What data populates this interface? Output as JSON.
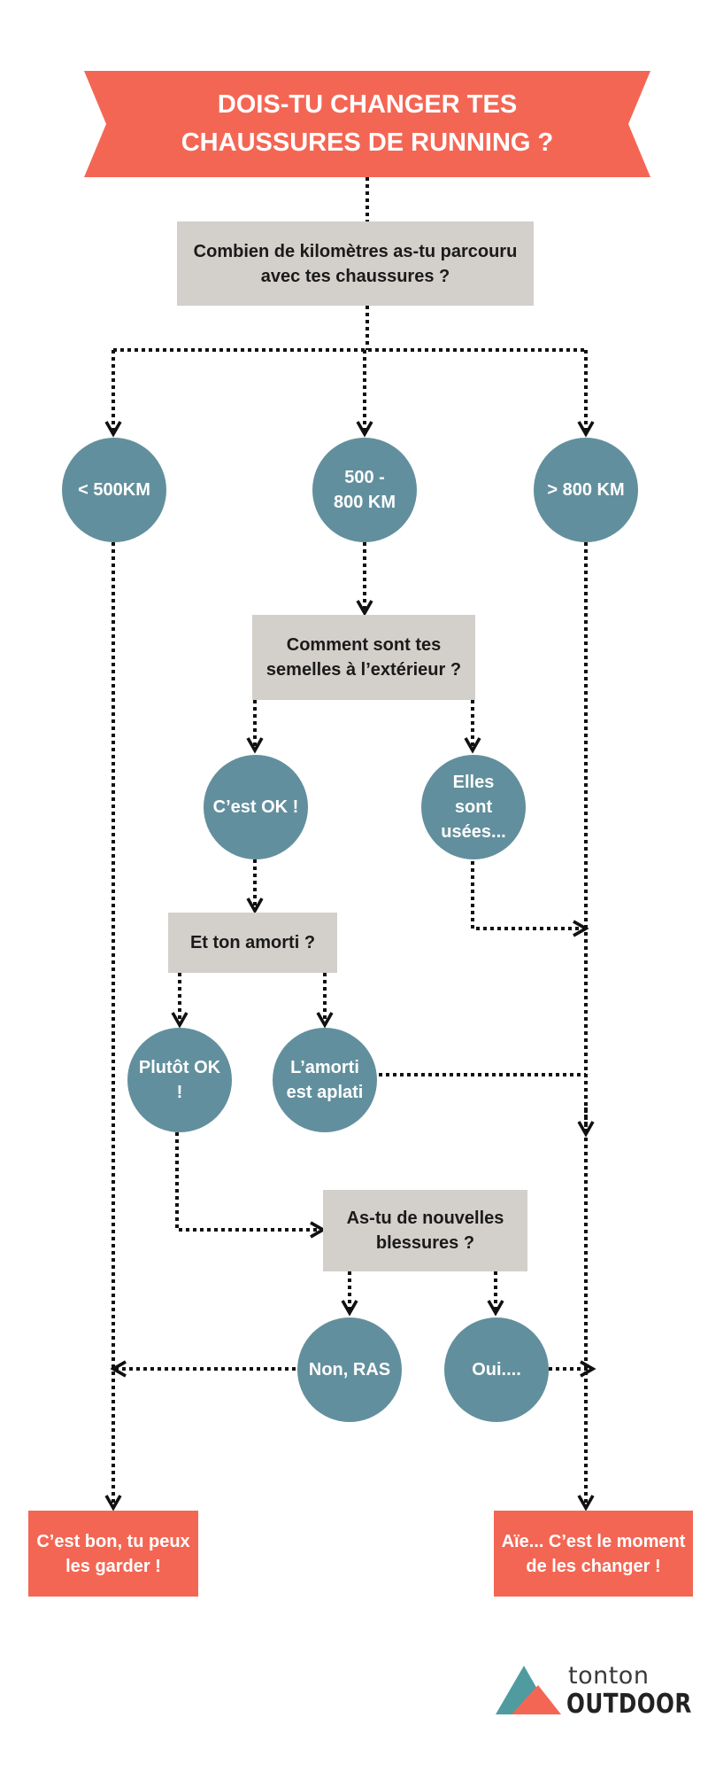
{
  "title": "DOIS-TU CHANGER TES CHAUSSURES DE RUNNING ?",
  "questions": {
    "km": "Combien de kilomètres as-tu parcouru avec tes chaussures ?",
    "soles": "Comment sont tes semelles à l’extérieur ?",
    "cushion": "Et ton amorti ?",
    "injuries": "As-tu de nouvelles blessures ?"
  },
  "answers": {
    "lt500": "< 500KM",
    "mid": "500 - 800 KM",
    "gt800": "> 800 KM",
    "soles_ok": "C’est OK !",
    "soles_worn": "Elles sont usées...",
    "cushion_ok": "Plutôt OK  !",
    "cushion_flat": "L’amorti est aplati",
    "no_injury": "Non, RAS",
    "yes_injury": "Oui...."
  },
  "results": {
    "keep": "C’est bon, tu peux les garder !",
    "change": "Aïe... C’est le moment de les changer !"
  },
  "logo": {
    "line1": "tonton",
    "line2": "OUTDOOR"
  },
  "colors": {
    "coral": "#f46654",
    "teal": "#628f9d",
    "box": "#d3cfca",
    "connector": "#111111"
  }
}
